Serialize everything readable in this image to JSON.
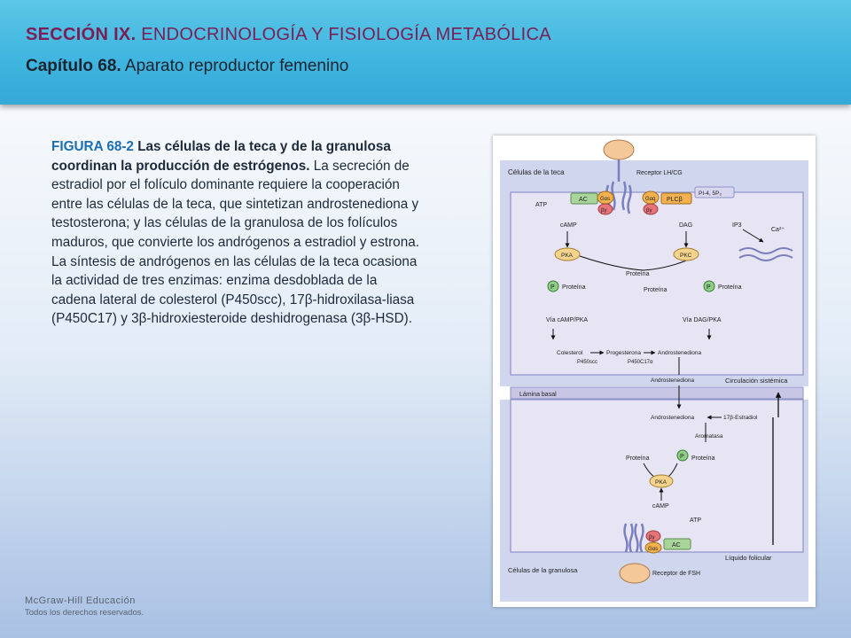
{
  "header": {
    "section_bold": "SECCIÓN IX.",
    "section_light": "ENDOCRINOLOGÍA Y FISIOLOGÍA METABÓLICA",
    "chapter_bold": "Capítulo 68.",
    "chapter_light": "Aparato reproductor femenino"
  },
  "caption": {
    "figure_label": "FIGURA 68-2",
    "title": "Las células de la teca y de la granulosa coordinan la producción de estrógenos.",
    "body": "La secreción de estradiol por el folículo dominante requiere la cooperación entre las células de la teca, que sintetizan androstenediona y testosterona; y las células de la granulosa de los folículos maduros, que convierte los andrógenos a estradiol y estrona. La síntesis de andrógenos en las células de la teca ocasiona la actividad de tres enzimas: enzima desdoblada de la cadena lateral de colesterol (P450scc), 17β-hidroxilasa-liasa (P450C17) y 3β-hidroxiesteroide deshidrogenasa (3β-HSD)."
  },
  "footer": {
    "publisher": "McGraw-Hill Educación",
    "rights": "Todos los derechos reservados."
  },
  "diagram": {
    "theca_cells": "Células de la teca",
    "lh_receptor": "Receptor LH/CG",
    "ac": "AC",
    "gas": "Gαs",
    "gaq": "Gαq",
    "bg": "βγ",
    "plcb": "PLCβ",
    "pip2": "PI-4, 5P₂",
    "atp": "ATP",
    "camp": "cAMP",
    "dag": "DAG",
    "ip3": "IP3",
    "ca": "Ca²⁺",
    "pka": "PKA",
    "pkc": "PKC",
    "proteina": "Proteína",
    "p": "P",
    "via_camp": "Vía cAMP/PKA",
    "via_dag": "Vía DAG/PKA",
    "colesterol": "Colesterol",
    "progesterona": "Progesterona",
    "androstenediona": "Androstenediona",
    "p450scc": "P450scc",
    "p450c17": "P450C17α",
    "circulacion": "Circulación sistémica",
    "lamina": "Lámina basal",
    "estradiol": "17β-Estradiol",
    "aromatasa": "Aromatasa",
    "granulosa_cells": "Células de la granulosa",
    "fsh_receptor": "Receptor de FSH",
    "liquido": "Líquido folicular"
  }
}
